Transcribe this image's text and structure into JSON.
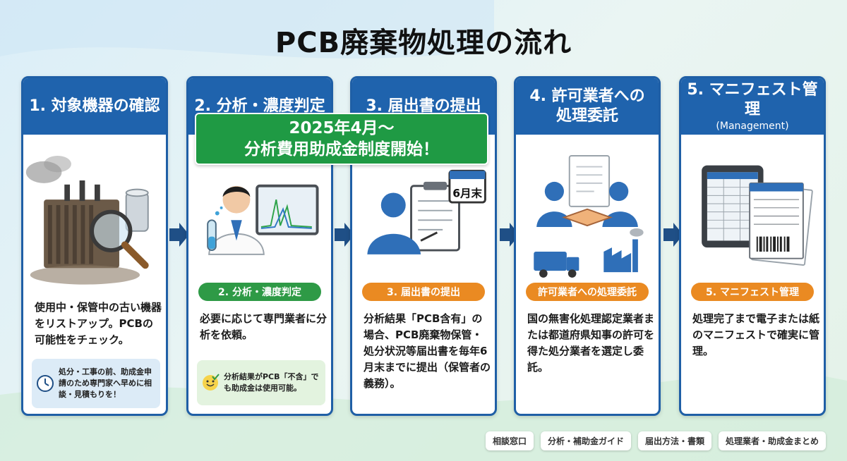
{
  "title": "PCB廃棄物処理の流れ",
  "banner": {
    "line1": "2025年4月～",
    "line2": "分析費用助成金制度開始！"
  },
  "steps": [
    {
      "title": "1. 対象機器の確認",
      "desc": "使用中・保管中の古い機器をリストアップ。PCBの可能性をチェック。",
      "note": "処分・工事の前、助成金申請のため専門家へ早めに相談・見積もりを！"
    },
    {
      "title": "2. 分析・濃度判定",
      "pill": "2. 分析・濃度判定",
      "desc": "必要に応じて専門業者に分析を依頼。",
      "note": "分析結果がPCB「不含」でも助成金は使用可能。"
    },
    {
      "title": "3. 届出書の提出",
      "pill": "3. 届出書の提出",
      "desc": "分析結果「PCB含有」の場合、PCB廃棄物保管・処分状況等届出書を毎年6月末までに提出（保管者の義務）。",
      "calendar": "6月末"
    },
    {
      "title_l1": "4. 許可業者への",
      "title_l2": "処理委託",
      "pill": "許可業者への処理委託",
      "desc": "国の無害化処理認定業者または都道府県知事の許可を得た処分業者を選定し委託。"
    },
    {
      "title": "5. マニフェスト管理",
      "subtitle": "(Management)",
      "pill": "5. マニフェスト管理",
      "desc": "処理完了まで電子または紙のマニフェストで確実に管理。"
    }
  ],
  "links": [
    "相談窓口",
    "分析・補助金ガイド",
    "届出方法・書類",
    "処理業者・助成金まとめ"
  ],
  "colors": {
    "header": "#1f63ad",
    "green": "#2e9a46",
    "orange": "#ea8a22",
    "arrow": "#1f4f86"
  }
}
